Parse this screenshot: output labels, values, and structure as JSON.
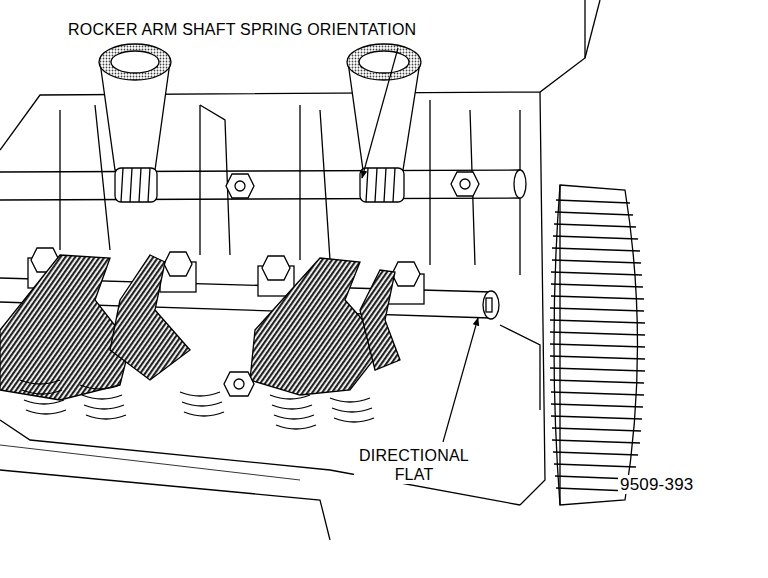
{
  "diagram": {
    "labels": [
      "ROCKER ARM SHAFT SPRING ORIENTATION",
      "DIRECTIONAL FLAT",
      "9509-393"
    ]
  }
}
